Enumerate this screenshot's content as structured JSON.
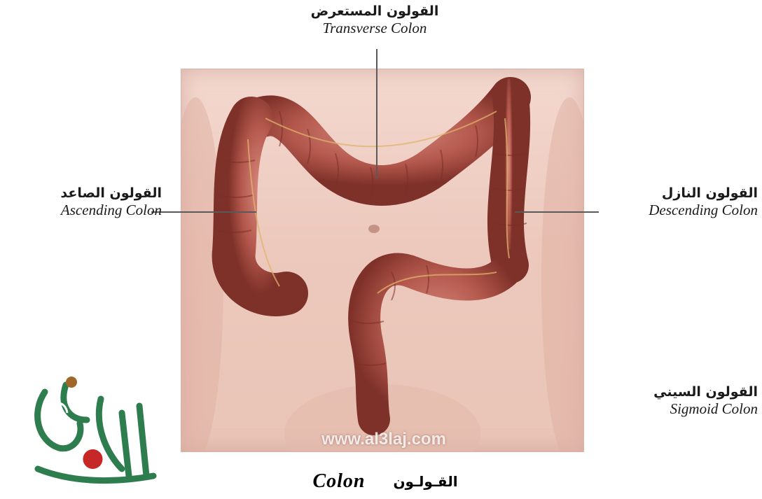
{
  "labels": {
    "transverse": {
      "ar": "القولون المستعرض",
      "en": "Transverse Colon"
    },
    "ascending": {
      "ar": "القولون الصاعد",
      "en": "Ascending Colon"
    },
    "descending": {
      "ar": "القولون النازل",
      "en": "Descending Colon"
    },
    "sigmoid": {
      "ar": "القولون السيني",
      "en": "Sigmoid Colon"
    }
  },
  "caption": {
    "en": "Colon",
    "ar": "القـولـون"
  },
  "watermark": "www.al3laj.com",
  "logo": {
    "text": "العلاج",
    "color": "#2e7d4f",
    "accent": "#c62828"
  },
  "colors": {
    "tissue": "#b4584d",
    "skin": "#f1d3c9"
  }
}
